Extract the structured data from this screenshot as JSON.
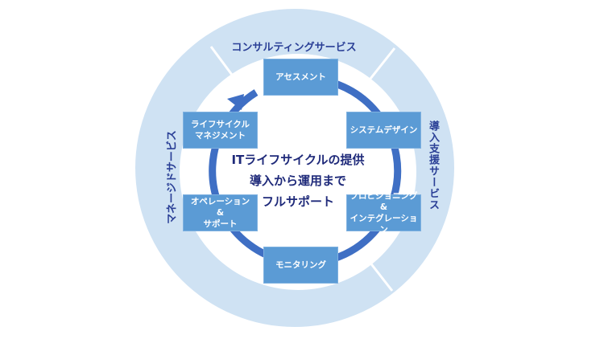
{
  "colors": {
    "outer_ring": "#cfe2f3",
    "cycle_ring": "#3f6fc4",
    "box": "#5b9bd5",
    "center_text": "#1f2a7a",
    "service_text": "#2a3f96"
  },
  "services": {
    "top": "コンサルティングサービス",
    "right": "導入支援サービス",
    "left": "マネージドサービス"
  },
  "center": {
    "line1": "ITライフサイクルの提供",
    "line2": "導入から運用まで",
    "line3": "フルサポート"
  },
  "steps": [
    {
      "lines": [
        "アセスメント"
      ]
    },
    {
      "lines": [
        "システムデザイン"
      ]
    },
    {
      "lines": [
        "プロビジョニング",
        "&",
        "インテグレーション"
      ]
    },
    {
      "lines": [
        "モニタリング"
      ]
    },
    {
      "lines": [
        "オペレーション",
        "&",
        "サポート"
      ]
    },
    {
      "lines": [
        "ライフサイクル",
        "マネジメント"
      ]
    }
  ]
}
